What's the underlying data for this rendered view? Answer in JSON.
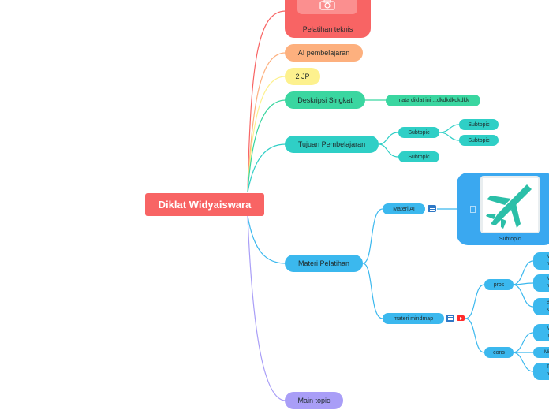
{
  "root": {
    "label": "Diklat Widyaiswara",
    "color": "#f86464"
  },
  "branches": {
    "pelatihan_teknis": {
      "label": "Pelatihan teknis",
      "color": "#f86464",
      "image_icon": "camera-icon"
    },
    "ai_pembelajaran": {
      "label": "AI pembelajaran",
      "color": "#fdb07e"
    },
    "jp": {
      "label": "2 JP",
      "color": "#fdf18e"
    },
    "deskripsi": {
      "label": "Deskripsi Singkat",
      "color": "#3ad6a0",
      "child": {
        "label": "mata diklat ini ...dkdkdkdkdkk"
      }
    },
    "tujuan": {
      "label": "Tujuan Pembelajaran",
      "color": "#2fcfc6",
      "children": [
        {
          "label": "Subtopic",
          "children": [
            {
              "label": "Subtopic"
            },
            {
              "label": "Subtopic"
            }
          ]
        },
        {
          "label": "Subtopic"
        }
      ]
    },
    "materi": {
      "label": "Materi Pelatihan",
      "color": "#3bb8ee",
      "materi_ai": {
        "label": "Materi AI",
        "note_icon": "note-icon",
        "subtopic": {
          "label": "Subtopic",
          "icon": "airplane-icon",
          "color": "#3aa8f0"
        }
      },
      "materi_mindmap": {
        "label": "materi mindmap",
        "note_icon": "note-icon",
        "video_icon": "youtube-icon",
        "pros": {
          "label": "pros",
          "items": [
            "M\nm",
            "M\nm",
            "B\nk"
          ]
        },
        "cons": {
          "label": "cons",
          "items": [
            "M\nn",
            "Mi",
            "T\nn"
          ]
        }
      }
    },
    "main_topic": {
      "label": "Main topic",
      "color": "#a99ef7"
    }
  }
}
